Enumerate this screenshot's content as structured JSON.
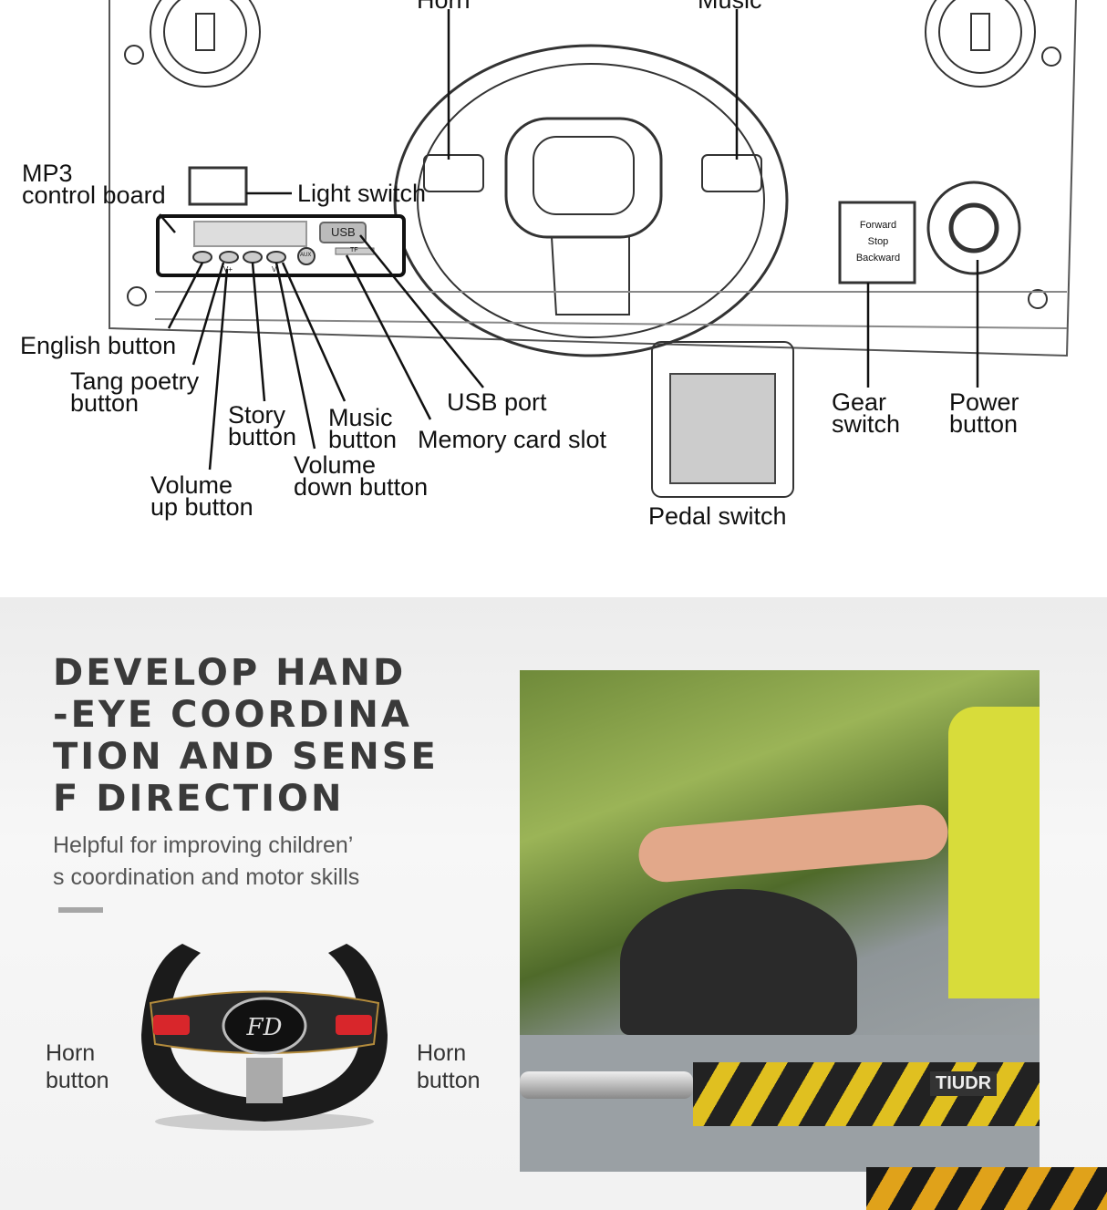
{
  "diagram": {
    "labels": {
      "horn": "Horn",
      "music": "Music",
      "mp3_board": "MP3\ncontrol board",
      "light_switch": "Light switch",
      "english": "English button",
      "tang_poetry": "Tang poetry\nbutton",
      "story": "Story\nbutton",
      "music_button": "Music\nbutton",
      "volume_up": "Volume\nup button",
      "volume_down": "Volume\ndown button",
      "usb_port": "USB port",
      "memory_card": "Memory card slot",
      "pedal": "Pedal switch",
      "gear": "Gear\nswitch",
      "power": "Power\nbutton"
    },
    "board": {
      "usb": "USB",
      "tf": "TF",
      "aux": "AUX",
      "v_plus": "V+",
      "v_minus": "V-"
    },
    "gear_box": {
      "forward": "Forward",
      "stop": "Stop",
      "backward": "Backward"
    }
  },
  "feature": {
    "headline": "DEVELOP HAND\n-EYE COORDINA\nTION AND SENSE\nF DIRECTION",
    "subtitle": "Helpful for improving children’\ns coordination and motor skills",
    "wheel_logo": "FD",
    "horn_left": "Horn\nbutton",
    "horn_right": "Horn\nbutton",
    "photo_badge": "TIUDR"
  },
  "colors": {
    "stripe_yellow": "#e0a21a",
    "horn_red": "#d8262b"
  }
}
